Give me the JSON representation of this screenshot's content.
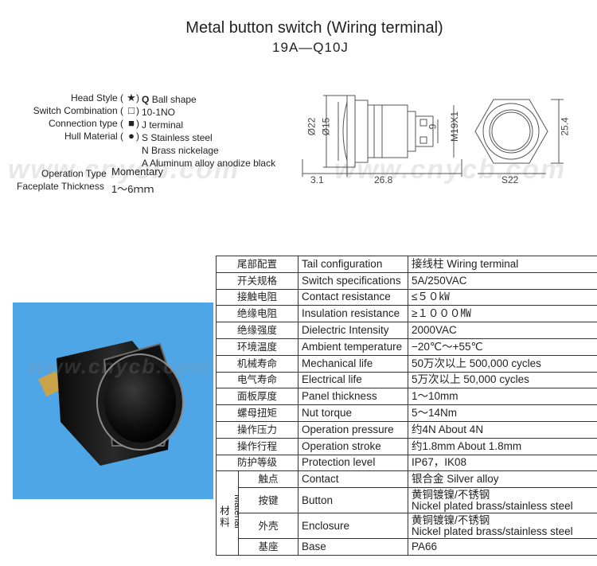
{
  "header": {
    "title": "Metal button switch (Wiring terminal)",
    "model": "19A—Q10J"
  },
  "code_legend": [
    {
      "label": "Head Style (",
      "symbol": "★",
      "close": ")",
      "code": "Q",
      "value": "Ball shape"
    },
    {
      "label": "Switch Combination (",
      "symbol": "□",
      "close": ")",
      "code": "",
      "value": "10-1NO"
    },
    {
      "label": "Connection type (",
      "symbol": "■",
      "close": ")",
      "code": "",
      "value": "J terminal"
    },
    {
      "label": "Hull Material (",
      "symbol": "●",
      "close": ")",
      "code": "",
      "value": "S Stainless steel"
    }
  ],
  "hull_extra": [
    "N Brass nickelage",
    "A Aluminum alloy anodize black"
  ],
  "operation_type": {
    "label": "Operation Type",
    "value": "Momentary"
  },
  "faceplate": {
    "label": "Faceplate Thickness",
    "value": "1～6ｍｍ"
  },
  "watermark": "www.cnycb.com",
  "drawing": {
    "dims": {
      "d22": "Ø22",
      "d15": "Ø15",
      "nine": "9",
      "m19": "M19X1",
      "w3": "3.1",
      "w26": "26.8",
      "s22": "S22",
      "h254": "25.4"
    }
  },
  "spec_table": {
    "rows": [
      {
        "cn": "尾部配置",
        "en": "Tail configuration",
        "value": "接线柱 Wiring terminal"
      },
      {
        "cn": "开关规格",
        "en": "Switch specifications",
        "value": " 5A/250VAC"
      },
      {
        "cn": "接触电阻",
        "en": "Contact resistance",
        "value": "≤５０㎾"
      },
      {
        "cn": "绝缘电阻",
        "en": "Insulation resistance",
        "value": "≥１０００㎿"
      },
      {
        "cn": "绝缘强度",
        "en": "Dielectric Intensity",
        "value": "2000VAC"
      },
      {
        "cn": "环境温度",
        "en": "Ambient temperature",
        "value": "−20℃～+55℃"
      },
      {
        "cn": "机械寿命",
        "en": "Mechanical life",
        "value": "50万次以上 500,000 cycles"
      },
      {
        "cn": "电气寿命",
        "en": "Electrical life",
        "value": "5万次以上 50,000  cycles"
      },
      {
        "cn": "面板厚度",
        "en": "Panel thickness",
        "value": "1～10mm"
      },
      {
        "cn": "螺母扭矩",
        "en": "Nut torque",
        "value": "5～14Nm"
      },
      {
        "cn": "操作压力",
        "en": "Operation pressure",
        "value": "约4N About 4N"
      },
      {
        "cn": "操作行程",
        "en": "Operation stroke",
        "value": "约1.8mm About 1.8mm"
      },
      {
        "cn": "防护等级",
        "en": "Protection level",
        "value": "IP67，IK08"
      }
    ],
    "material": {
      "cn": "材料",
      "en": "Material",
      "rows": [
        {
          "cn": "触点",
          "en": "Contact",
          "value": "银合金 Silver alloy",
          "value2": ""
        },
        {
          "cn": "按键",
          "en": "Button",
          "value": "黄铜镀镍/不锈钢",
          "value2": "Nickel plated brass/stainless steel"
        },
        {
          "cn": "外壳",
          "en": "Enclosure",
          "value": "黄铜镀镍/不锈钢",
          "value2": "Nickel plated brass/stainless steel"
        },
        {
          "cn": "基座",
          "en": "Base",
          "value": "PA66",
          "value2": ""
        }
      ]
    }
  },
  "colors": {
    "photo_bg": "#4fa6e6",
    "button_black": "#111111"
  }
}
